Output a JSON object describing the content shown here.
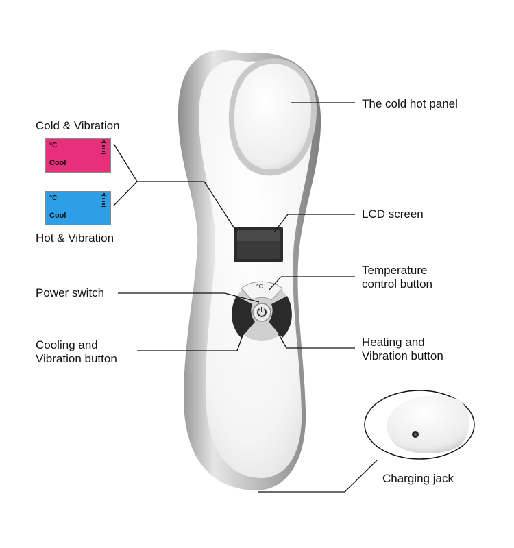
{
  "labels": {
    "cold_hot_panel": "The cold hot panel",
    "cold_vibration": "Cold & Vibration",
    "hot_vibration": "Hot & Vibration",
    "lcd_screen": "LCD screen",
    "temperature_button": "Temperature\ncontrol button",
    "power_switch": "Power switch",
    "cooling_button": "Cooling and\nVibration button",
    "heating_button": "Heating and\nVibration button",
    "charging_jack": "Charging jack"
  },
  "lcd_cold": {
    "unit": "°C",
    "mode_text": "Cool",
    "color": "#e8307a"
  },
  "lcd_hot": {
    "unit": "°C",
    "mode_text": "Cool",
    "color": "#2e9fe6"
  },
  "device": {
    "temp_button_symbol": "°C"
  }
}
